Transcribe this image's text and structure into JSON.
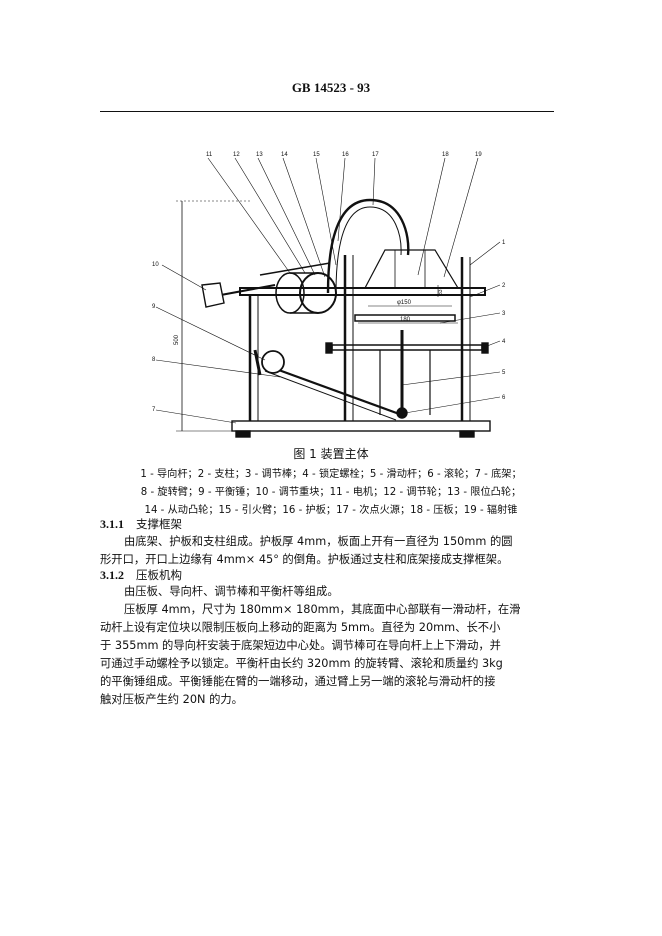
{
  "header": {
    "code": "GB 14523 - 93"
  },
  "figure": {
    "callouts": [
      "1",
      "2",
      "3",
      "4",
      "5",
      "6",
      "7",
      "8",
      "9",
      "10",
      "11",
      "12",
      "13",
      "14",
      "15",
      "16",
      "17",
      "18",
      "19"
    ],
    "dim_height": "500",
    "dim_diameter": "φ150",
    "dim_width": "180",
    "dim_small": "33"
  },
  "caption": "图 1  装置主体",
  "legend": [
    "1 - 导向杆；2 - 支柱；3 - 调节棒；4 - 锁定螺栓；5 - 滑动杆；6 - 滚轮；7 - 底架；",
    "8 - 旋转臂；9 - 平衡锤；10 - 调节重块；11 - 电机；12 - 调节轮；13 - 限位凸轮；",
    "14 - 从动凸轮；15 - 引火臂；16 - 护板；17 - 次点火源；18 - 压板；19 - 辐射锥"
  ],
  "sections": [
    {
      "number": "3.1.1",
      "title": "支撑框架",
      "lines": [
        "由底架、护板和支柱组成。护板厚 4mm，板面上开有一直径为 150mm 的圆",
        "形开口，开口上边缘有 4mm× 45° 的倒角。护板通过支柱和底架接成支撑框架。"
      ]
    },
    {
      "number": "3.1.2",
      "title": "压板机构",
      "intro": "由压板、导向杆、调节棒和平衡杆等组成。",
      "lines": [
        "压板厚 4mm，尺寸为 180mm× 180mm，其底面中心部联有一滑动杆，在滑",
        "动杆上设有定位块以限制压板向上移动的距离为  5mm。直径为  20mm、长不小",
        "于 355mm 的导向杆安装于底架短边中心处。调节棒可在导向杆上上下滑动，并",
        "可通过手动螺栓予以锁定。平衡杆由长约 320mm 的旋转臂、滚轮和质量约 3kg",
        "的平衡锤组成。平衡锤能在臂的一端移动，通过臂上另一端的滚轮与滑动杆的接",
        "触对压板产生约 20N 的力。"
      ]
    }
  ]
}
